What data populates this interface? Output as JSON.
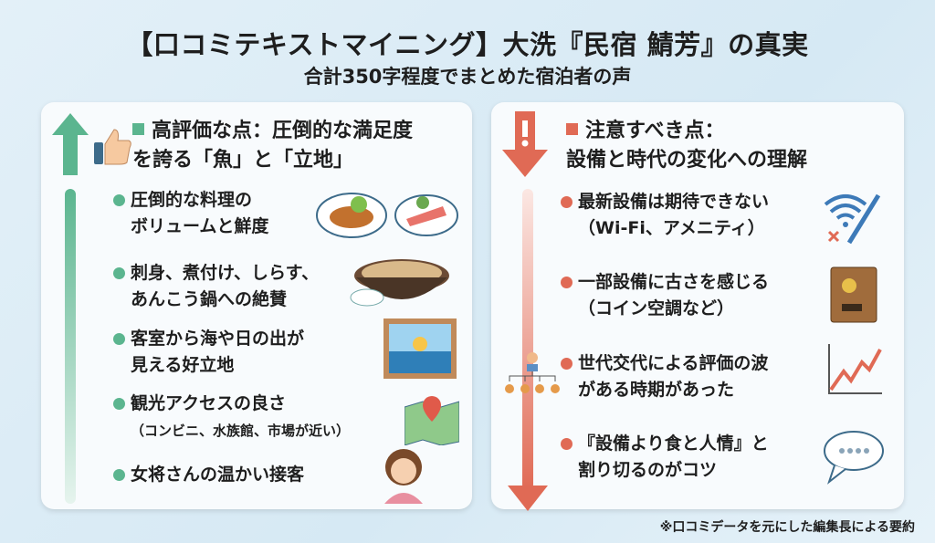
{
  "header": {
    "title": "【口コミテキストマイニング】大洗『民宿 鯖芳』の真実",
    "subtitle": "合計350字程度でまとめた宿泊者の声"
  },
  "positive": {
    "heading_line1": "高評価な点：圧倒的な満足度",
    "heading_line2": "を誇る「魚」と「立地」",
    "items": [
      {
        "line1": "圧倒的な料理の",
        "line2": "ボリュームと鮮度",
        "icon": "food-plates-icon"
      },
      {
        "line1": "刺身、煮付け、しらす、",
        "line2": "あんこう鍋への絶賛",
        "icon": "hotpot-icon"
      },
      {
        "line1": "客室から海や日の出が",
        "line2": "見える好立地",
        "icon": "sea-window-icon"
      },
      {
        "line1": "観光アクセスの良さ",
        "line2": "（コンビニ、水族館、市場が近い）",
        "icon": "map-pin-icon"
      },
      {
        "line1": "女将さんの温かい接客",
        "icon": "hostess-icon"
      }
    ]
  },
  "caution": {
    "heading_line1": "注意すべき点：",
    "heading_line2": "設備と時代の変化への理解",
    "items": [
      {
        "line1": "最新設備は期待できない",
        "line2": "（Wi-Fi、アメニティ）",
        "icon": "wifi-toothbrush-icon"
      },
      {
        "line1": "一部設備に古さを感じる",
        "line2": "（コイン空調など）",
        "icon": "coin-box-icon"
      },
      {
        "line1": "世代交代による評価の波",
        "line2": "がある時期があった",
        "icon": "trend-chart-icon"
      },
      {
        "line1": "『設備より食と人情』と",
        "line2": "割り切るのがコツ",
        "icon": "speech-bubble-icon"
      }
    ]
  },
  "footnote": "※口コミデータを元にした編集長による要約",
  "colors": {
    "green": "#5bb58f",
    "red": "#e06a55"
  }
}
